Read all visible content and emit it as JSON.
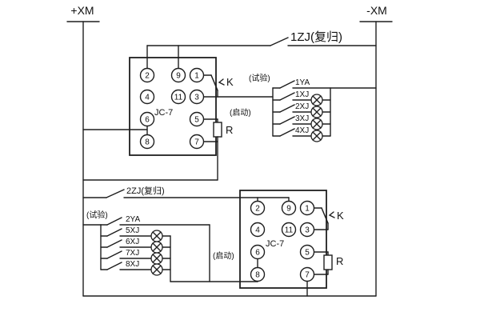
{
  "colors": {
    "ink": "#1f1f1f",
    "background": "#ffffff"
  },
  "terminals": {
    "positive": "+XM",
    "negative": "-XM"
  },
  "switches": {
    "zj1": "1ZJ(复归)",
    "zj2": "2ZJ(复归)"
  },
  "relay1": {
    "model": "JC-7",
    "pins": [
      "2",
      "9",
      "1",
      "4",
      "11",
      "3",
      "6",
      "5",
      "8",
      "7"
    ],
    "contact": "K",
    "resistor": "R"
  },
  "relay2": {
    "model": "JC-7",
    "pins": [
      "2",
      "9",
      "1",
      "4",
      "11",
      "3",
      "6",
      "5",
      "8",
      "7"
    ],
    "contact": "K",
    "resistor": "R"
  },
  "branch1": {
    "test": "(试验)",
    "start": "(启动)",
    "coil": "1YA",
    "lamps": [
      "1XJ",
      "2XJ",
      "3XJ",
      "4XJ"
    ]
  },
  "branch2": {
    "test": "(试验)",
    "start": "(启动)",
    "coil": "2YA",
    "lamps": [
      "5XJ",
      "6XJ",
      "7XJ",
      "8XJ"
    ]
  }
}
